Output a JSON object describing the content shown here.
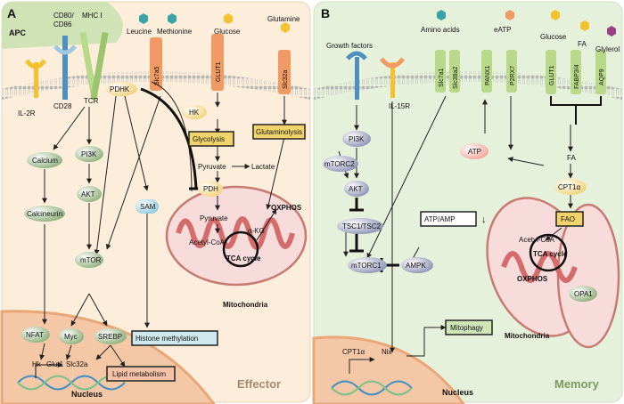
{
  "panelA": {
    "letter": "A",
    "apc": "APC",
    "cd80": "CD80/",
    "cd86": "CD86",
    "mhc": "MHC I",
    "leucine": "Leucine",
    "methionine": "Methionine",
    "glucose": "Glucose",
    "glutamine": "Glutamine",
    "il2r": "IL-2R",
    "cd28": "CD28",
    "tcr": "TCR",
    "pdhk": "PDHK",
    "slc7a5": "Slc7a5",
    "glut1": "GLUT1",
    "slc32a": "Slc32a",
    "hk": "HK",
    "glycolysis": "Glycolysis",
    "glutaminolysis": "Glutaminolysis",
    "pyruvate": "Pyruvate",
    "lactate": "Lactate",
    "pdh": "PDH",
    "pyruvate2": "Pyruvate",
    "acetylcoa": "Acetyl-CoA",
    "akg": "α-KG",
    "oxphos": "OXPHOS",
    "tca": "TCA cycle",
    "calcium": "Calcium",
    "pi3k": "PI3K",
    "sam": "SAM",
    "akt": "AKT",
    "calcineurin": "Calcineurin",
    "mtor": "mTOR",
    "mitochondria": "Mitochondria",
    "nfat": "NFAT",
    "myc": "Myc",
    "srebp": "SREBP",
    "histone": "Histone methylation",
    "hk2": "Hk",
    "glut1b": "Glut1",
    "slc32a2": "Slc32a",
    "lipid": "Lipid metabolism",
    "nucleus": "Nucleus",
    "effector": "Effector"
  },
  "panelB": {
    "letter": "B",
    "amino": "Amino acids",
    "growth": "Growth factors",
    "eatp": "eATP",
    "glucose": "Glucose",
    "fa": "FA",
    "glylerol": "Glylerol",
    "il15r": "IL-15R",
    "slc7a1": "Slc7a1",
    "slc38a2": "Slc38a2",
    "panx1": "PANX1",
    "p2rx7": "P2RX7",
    "glut1": "GLUT1",
    "fabp": "FABP3/4",
    "aqp9": "AQP9",
    "pi3k": "PI3K",
    "atp": "ATP",
    "fa2": "FA",
    "mtorc2": "mTORC2",
    "cpt1a": "CPT1α",
    "akt": "AKT",
    "atpamp": "ATP/AMP",
    "arrow": "↓",
    "fao": "FAO",
    "tsc": "TSC1/TSC2",
    "acetylcoa": "Acetyl-CoA",
    "tca": "TCA cycle",
    "mtorc1": "mTORC1",
    "ampk": "AMPK",
    "oxphos": "OXPHOS",
    "opa1": "OPA1",
    "mitophagy": "Mitophagy",
    "mitochondria": "Mitochondria",
    "cpt1a2": "CPT1α",
    "nix": "Nix",
    "nucleus": "Nucleus",
    "memory": "Memory"
  }
}
